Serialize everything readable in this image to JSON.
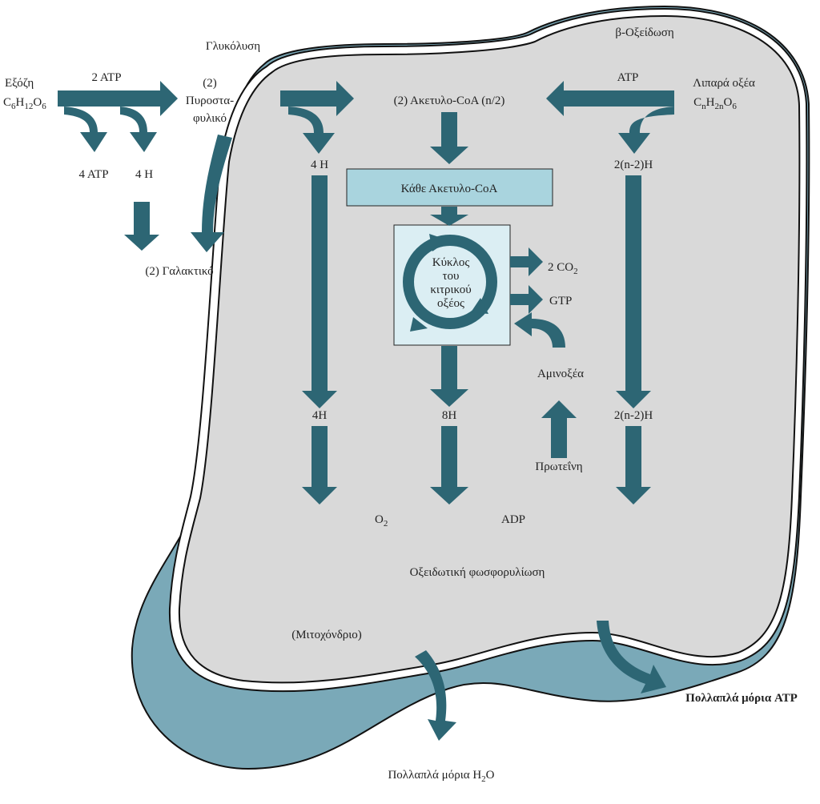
{
  "colors": {
    "arrow": "#2d6674",
    "mitochondrion_fill": "#d9d9d9",
    "outer_membrane": "#7aa9b8",
    "box_fill": "#a9d4de",
    "cycle_box_fill": "#dbeef3"
  },
  "glycolysis": {
    "title": "Γλυκόλυση",
    "glucose_label": "Εξόζη",
    "glucose_formula": {
      "c": "C",
      "c_n": "6",
      "h": "H",
      "h_n": "12",
      "o": "O",
      "o_n": "6"
    },
    "atp_in": "2 ATP",
    "pyruvate_count": "(2)",
    "pyruvate_line1": "Πυροστα-",
    "pyruvate_line2": "φυλικό",
    "atp_out": "4 ATP",
    "h_out": "4 H",
    "lactate": "(2) Γαλακτικό"
  },
  "beta_oxidation": {
    "title": "β-Οξείδωση",
    "atp_in": "ATP",
    "fatty_acids_label": "Λιπαρά οξέα",
    "fatty_formula": {
      "c": "C",
      "c_n": "n",
      "h": "H",
      "h_n": "2n",
      "o": "O",
      "o_n": "6"
    },
    "h_out_top": "2(n-2)H",
    "h_out_bottom": "2(n-2)H"
  },
  "mitochondrion": {
    "acetyl_coa": "(2) Ακετυλο-CoA (n/2)",
    "each_acetyl_coa": "Κάθε Ακετυλο-CoA",
    "cycle_line1": "Κύκλος",
    "cycle_line2": "του",
    "cycle_line3": "κιτρικού",
    "cycle_line4": "οξέος",
    "co2_prefix": "2 CO",
    "co2_sub": "2",
    "gtp": "GTP",
    "amino_acids": "Αμινοξέα",
    "protein": "Πρωτεΐνη",
    "h_left_top": "4 H",
    "h_left_bottom": "4H",
    "h_center": "8H",
    "o2": "O",
    "o2_sub": "2",
    "adp": "ADP",
    "oxphos": "Οξειδωτική φωσφορυλίωση",
    "label": "(Μιτοχόνδριο)"
  },
  "outputs": {
    "water_prefix": "Πολλαπλά μόρια H",
    "water_sub": "2",
    "water_suffix": "O",
    "atp_multi": "Πολλαπλά μόρια ATP"
  }
}
